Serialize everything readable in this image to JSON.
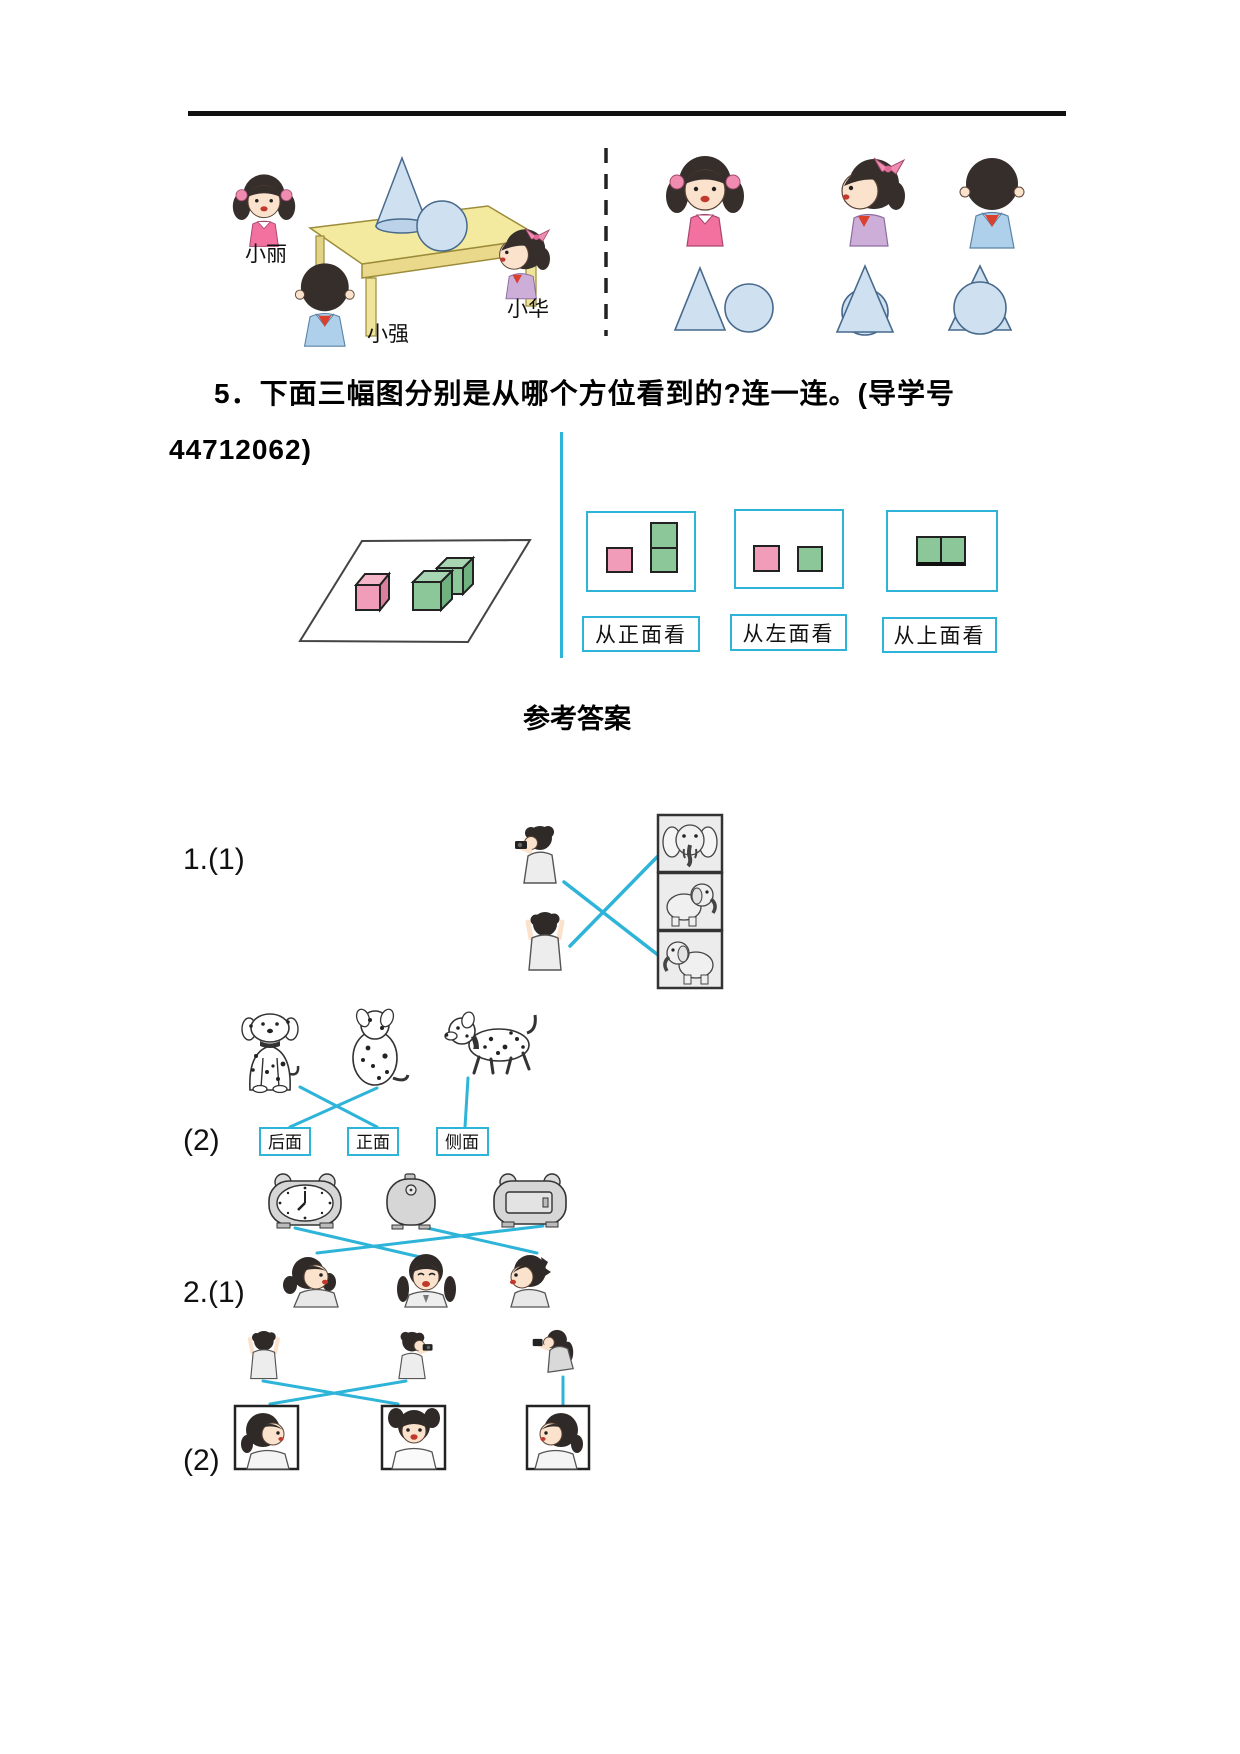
{
  "document": {
    "type": "math-worksheet-answer-page",
    "language": "zh-CN"
  },
  "colors": {
    "accent_cyan": "#2eb4d8",
    "cube_pink": "#f19cb8",
    "cube_green": "#8cc79a",
    "shape_blue": "#cfe0f0",
    "table_yellow": "#f1e79e"
  },
  "top_figure": {
    "child_labels": {
      "left": "小丽",
      "bottom": "小强",
      "right": "小华"
    },
    "scene": "三个小朋友围着放有圆锥和球的桌子观察",
    "right_panel": "三个方向的头像与对应看到的图形"
  },
  "question5": {
    "line1": "5．下面三幅图分别是从哪个方位看到的?连一连。(导学号",
    "line2": "44712062)",
    "view_labels": [
      "从正面看",
      "从左面看",
      "从上面看"
    ]
  },
  "answers": {
    "heading": "参考答案",
    "item_1_1": "1.(1)",
    "item_1_2": "(2)",
    "dog_labels": [
      "后面",
      "正面",
      "侧面"
    ],
    "item_2_1": "2.(1)",
    "item_2_2": "(2)",
    "matching_lines": [
      "侧面拍照的男孩→最下面的大象照片",
      "背面拍照的男孩→最上面的大象照片",
      "正面坐的小狗→正面",
      "背面坐的小狗→后面",
      "侧面走的小狗→侧面",
      "闹钟正面→中间女孩",
      "左边女孩→电池面闹钟",
      "闹钟背面→右边男孩",
      "左边拍照→中间照片",
      "中间拍照→左边照片",
      "右边拍照→右边照片"
    ]
  }
}
